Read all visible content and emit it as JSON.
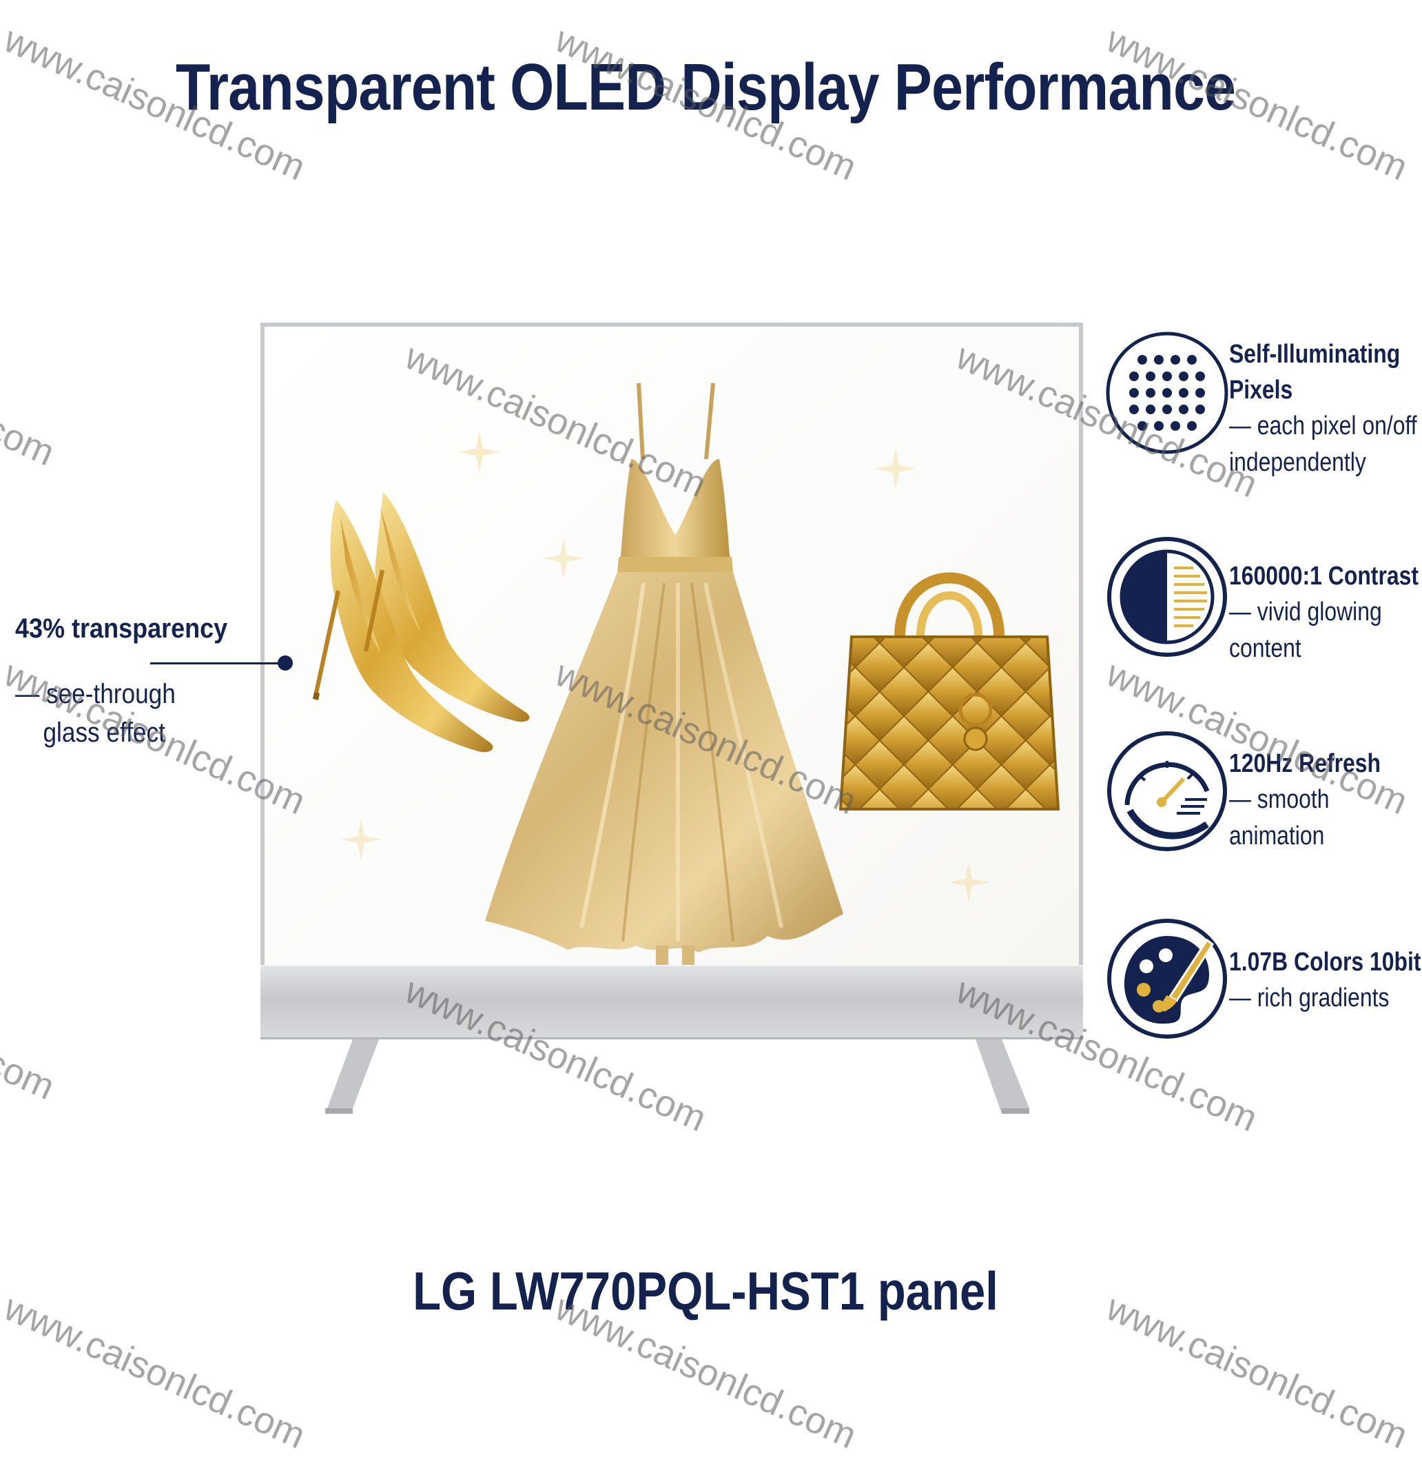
{
  "title": "Transparent  OLED Display Performance",
  "panel_name": "LG LW770PQL-HST1 panel",
  "callout_left": {
    "heading": "43% transparency",
    "description_line1": "— see-through",
    "description_line2": "glass effect"
  },
  "features": [
    {
      "icon": "pixel-grid-icon",
      "title_line1": "Self-Illuminating",
      "title_line2": "Pixels",
      "desc_line1": "— each pixel on/off",
      "desc_line2": "independently"
    },
    {
      "icon": "contrast-icon",
      "title_line1": "160000:1 Contrast",
      "desc_line1": "— vivid glowing",
      "desc_line2": "content"
    },
    {
      "icon": "speedometer-icon",
      "title_line1": "120Hz Refresh",
      "desc_line1": "— smooth",
      "desc_line2": "animation"
    },
    {
      "icon": "palette-icon",
      "title_line1": "1.07B Colors 10bit",
      "desc_line1": "— rich gradients"
    }
  ],
  "watermark_text": "www.caisonlcd.com",
  "colors": {
    "navy": "#14224f",
    "gold": "#e0b23c",
    "silver": "#c7c9cc"
  }
}
